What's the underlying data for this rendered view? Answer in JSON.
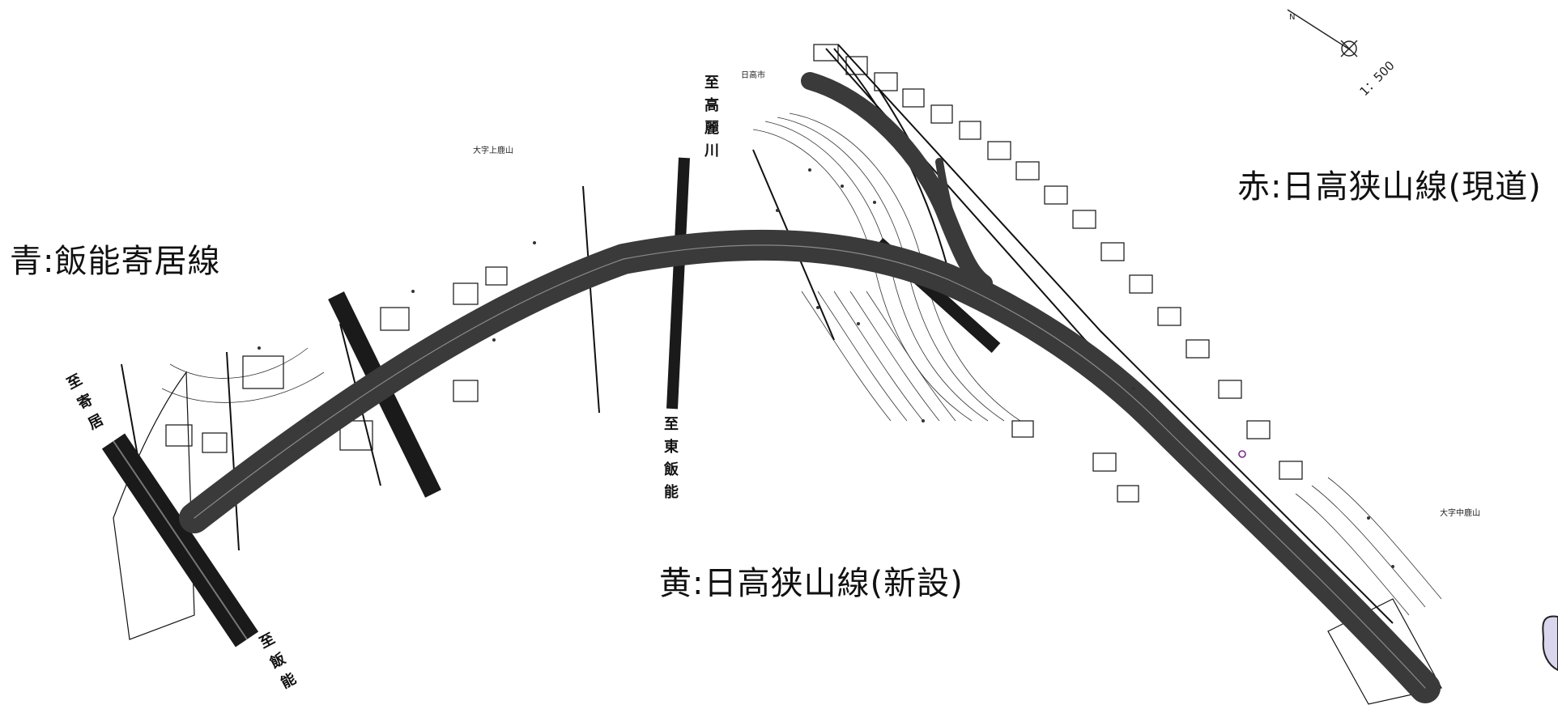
{
  "legend": {
    "blue": "青:飯能寄居線",
    "red": "赤:日高狭山線(現道)",
    "yellow": "黄:日高狭山線(新設)"
  },
  "scale": "1：500",
  "places": {
    "hidaka_city": "日高市",
    "kamikashiwa": "大字上鹿山",
    "nakakashiwa": "大字中鹿山"
  },
  "directions": {
    "to_yorii": "至寄居",
    "to_hanno": "至飯能",
    "to_komagawa": "至高麗川",
    "to_higashihanno": "至東飯能"
  },
  "icons": {
    "north": "north-arrow-icon",
    "corner": "mascot-fragment-icon"
  }
}
